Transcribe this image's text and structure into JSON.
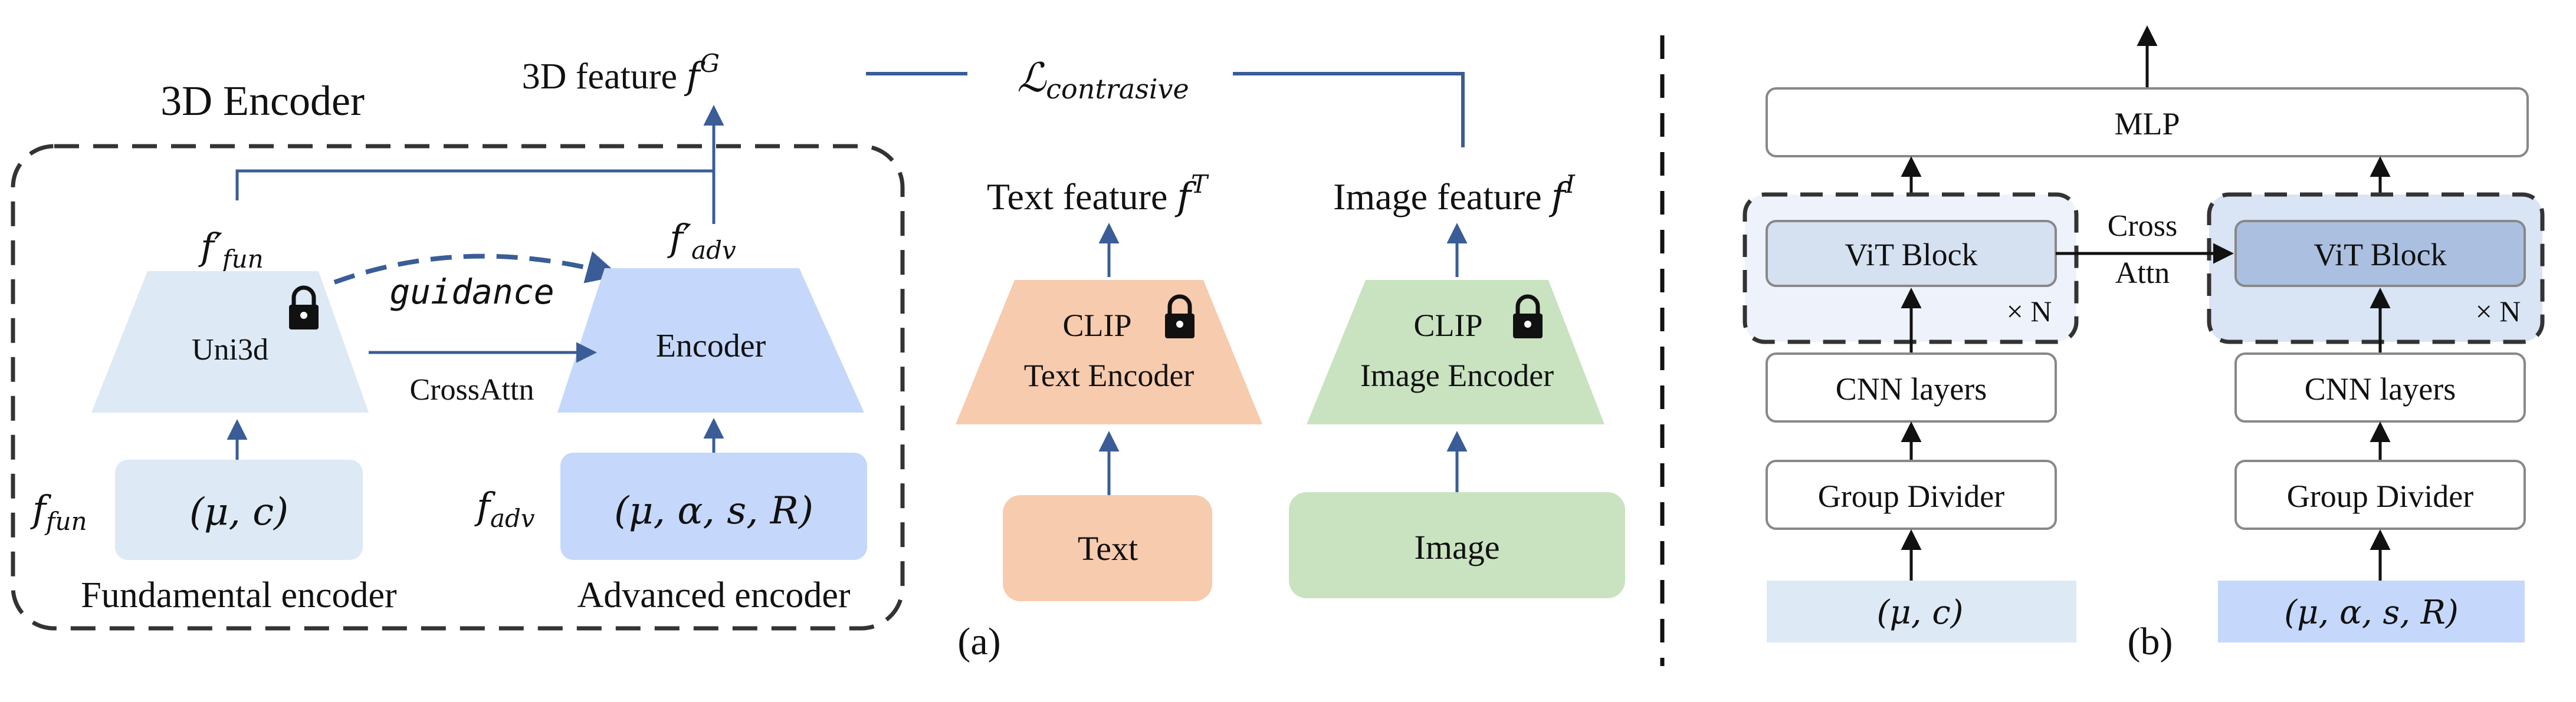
{
  "left": {
    "encoder_title": "3D Encoder",
    "feature_3d": {
      "text": "3D feature ",
      "sym": "f",
      "sup": "G"
    },
    "loss": {
      "sym": "ℒ",
      "sub": "contrasive"
    },
    "f_fun_prime": {
      "sym": "f′",
      "sub": "fun"
    },
    "f_adv_prime": {
      "sym": "f′",
      "sub": "adv"
    },
    "guidance": "guidance",
    "uni3d": "Uni3d",
    "encoder": "Encoder",
    "crossattn": "CrossAttn",
    "f_fun": {
      "sym": "f",
      "sub": "fun"
    },
    "f_adv": {
      "sym": "f",
      "sub": "adv"
    },
    "fun_input": "(μ, c)",
    "adv_input": "(μ, α, s, R)",
    "fundamental_label": "Fundamental encoder",
    "advanced_label": "Advanced encoder",
    "text_feature": {
      "text": "Text feature ",
      "sym": "f",
      "sup": "T"
    },
    "image_feature": {
      "text": "Image feature ",
      "sym": "f",
      "sup": "I"
    },
    "clip_text": {
      "line1": "CLIP",
      "line2": "Text Encoder"
    },
    "clip_image": {
      "line1": "CLIP",
      "line2": "Image Encoder"
    },
    "text_input": "Text",
    "image_input": "Image",
    "caption": "(a)"
  },
  "right": {
    "mlp": "MLP",
    "vit_left": "ViT Block",
    "vit_right": "ViT Block",
    "cross_line1": "Cross",
    "cross_line2": "Attn",
    "times_n_left": "× N",
    "times_n_right": "× N",
    "cnn_left": "CNN layers",
    "cnn_right": "CNN layers",
    "group_left": "Group Divider",
    "group_right": "Group Divider",
    "input_left": "(μ, c)",
    "input_right": "(μ, α, s, R)",
    "caption": "(b)"
  },
  "colors": {
    "light_blue": "#dde9f5",
    "mid_blue": "#c5d8fb",
    "peach": "#f7cbae",
    "green": "#c9e3c1",
    "arrow_blue": "#3a5d97",
    "dashed_gray": "#333333",
    "vit_light": "#d5e0f1",
    "vit_dark": "#abc0e0",
    "vit_bg_left": "#eef3fb",
    "vit_bg_right": "#d9e4f5"
  }
}
